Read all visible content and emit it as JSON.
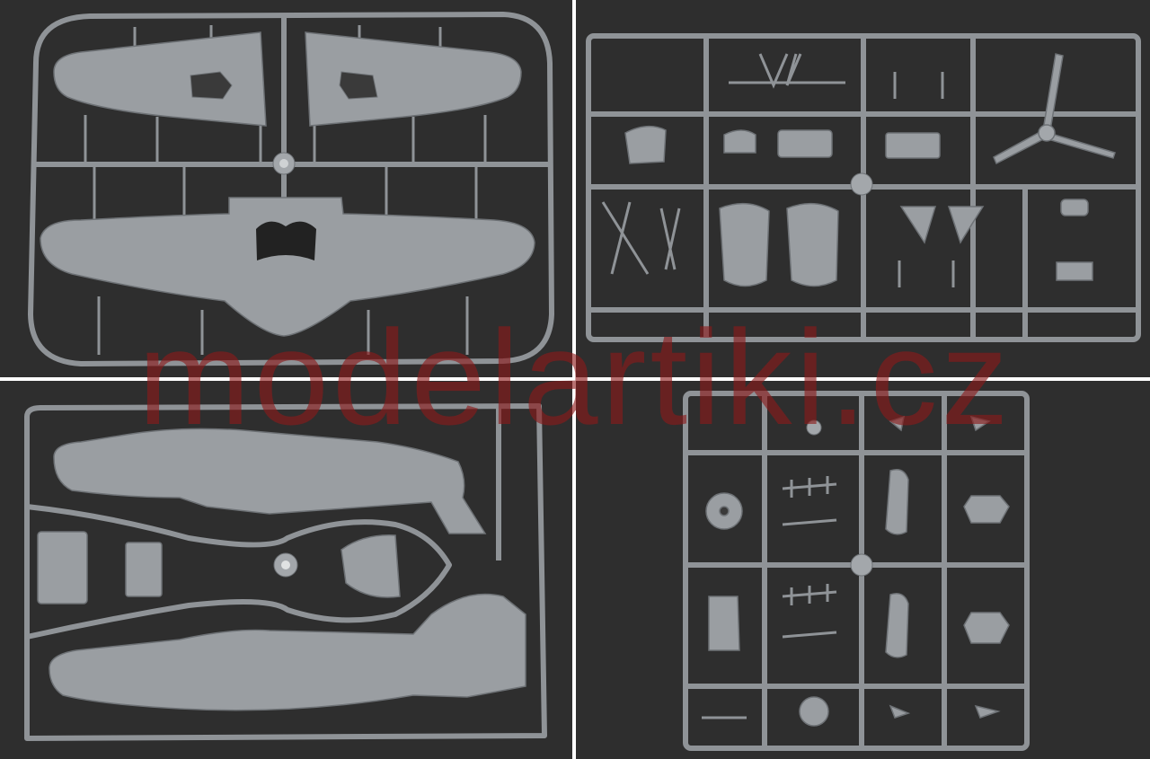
{
  "watermark": {
    "text": "modelartiki.cz"
  },
  "colors": {
    "background": "#2e2e2e",
    "plastic": "#8f9397",
    "plastic_light": "#a3a7ab",
    "plastic_shadow": "#6e7276",
    "divider": "#ffffff",
    "watermark": "#8c1a1a"
  },
  "panels": [
    {
      "id": "sprue-wings"
    },
    {
      "id": "sprue-small-parts"
    },
    {
      "id": "sprue-fuselage"
    },
    {
      "id": "sprue-detail-parts"
    }
  ]
}
